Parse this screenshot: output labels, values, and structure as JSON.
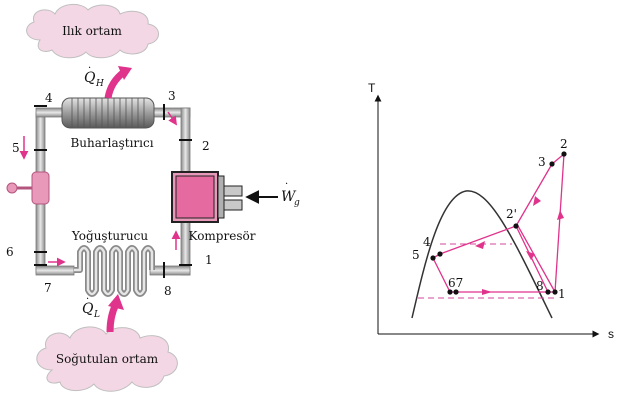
{
  "clouds": {
    "hot_env": "Ilık ortam",
    "cold_env": "Soğutulan ortam"
  },
  "components": {
    "evaporator_label": "Buharlaştırıcı",
    "condenser_label": "Yoğuşturucu",
    "compressor_label": "Kompresör",
    "heat_out_label": "Q",
    "heat_out_sub": "H",
    "heat_in_label": "Q",
    "heat_in_sub": "L",
    "work_label": "W",
    "work_sub": "g"
  },
  "cycle_points": [
    "1",
    "2",
    "3",
    "4",
    "5",
    "6",
    "7",
    "8"
  ],
  "ts_diagram": {
    "y_axis_label": "T",
    "x_axis_label": "s",
    "state_labels": [
      "1",
      "2",
      "2'",
      "3",
      "4",
      "5",
      "67",
      "8"
    ]
  },
  "colors": {
    "pipe": "#9a9a9a",
    "flow_arrow": "#e0338c",
    "compressor_fill": "#e899b9",
    "cloud_fill": "#f4d7e4",
    "dashed": "#d04898",
    "dome": "#333333"
  }
}
